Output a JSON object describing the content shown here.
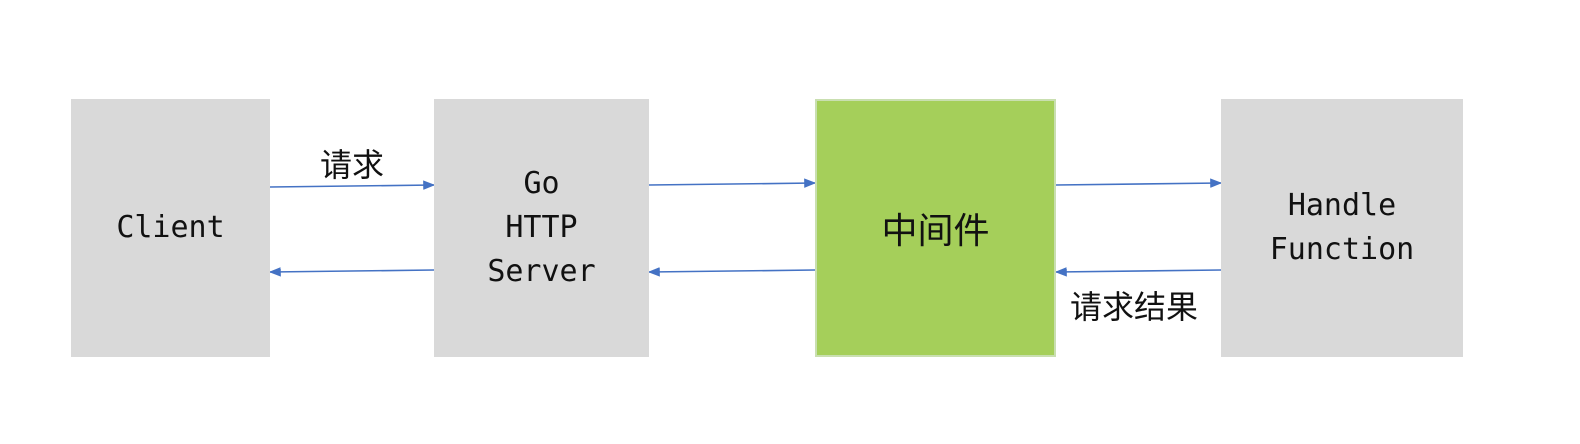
{
  "nodes": {
    "client": {
      "label": "Client"
    },
    "go_server": {
      "label": "Go\nHTTP\nServer"
    },
    "middleware": {
      "label": "中间件"
    },
    "handler": {
      "label": "Handle\nFunction"
    }
  },
  "edges": {
    "request_label": "请求",
    "result_label": "请求结果"
  },
  "colors": {
    "box_gray": "#d9d9d9",
    "box_green": "#a5cf5a",
    "arrow": "#4472c4"
  }
}
